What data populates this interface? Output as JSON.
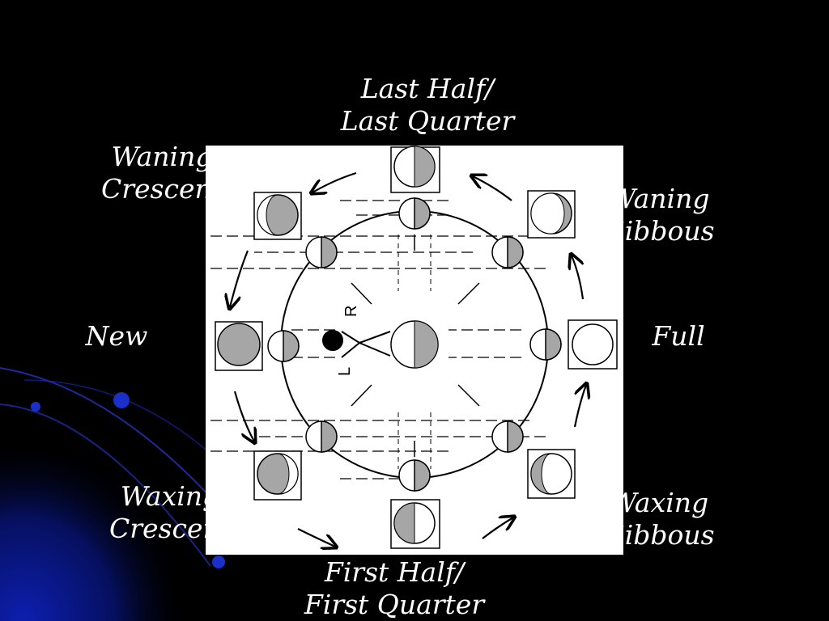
{
  "slide": {
    "colors": {
      "background": "#000000",
      "swirl": "#0a1a9e",
      "panel": "#ffffff",
      "shade": "#a6a6a6"
    },
    "labels": {
      "last_quarter": {
        "line1": "Last Half/",
        "line2": "Last Quarter"
      },
      "waning_crescent": {
        "line1": "Waning",
        "line2": "Crescent"
      },
      "waning_gibbous": {
        "line1": "Waning",
        "line2": "Gibbous"
      },
      "new": {
        "line1": "New"
      },
      "full": {
        "line1": "Full"
      },
      "waxing_crescent": {
        "line1": "Waxing",
        "line2": "Crescent"
      },
      "waxing_gibbous": {
        "line1": "Waxing",
        "line2": "Gibbous"
      },
      "first_quarter": {
        "line1": "First Half/",
        "line2": "First Quarter"
      }
    },
    "diagram": {
      "earth_letters": {
        "left": "L",
        "right": "R"
      }
    }
  }
}
